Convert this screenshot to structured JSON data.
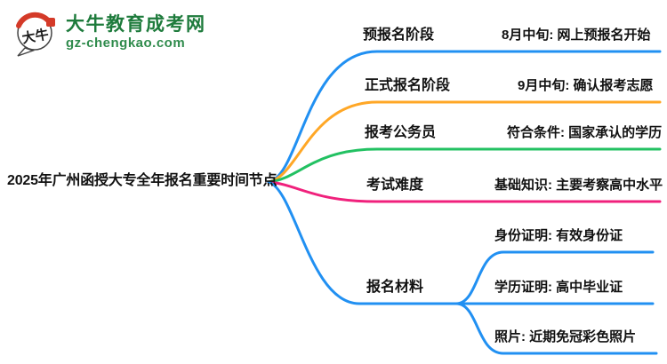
{
  "logo": {
    "badge_text": "大牛",
    "site_name": "大牛教育成考网",
    "site_domain": "gz-chengkao.com",
    "name_color": "#1E7B3C",
    "badge_red": "#D43A28"
  },
  "mindmap": {
    "root": {
      "label": "2025年广州函授大专全年报名重要时间节点"
    },
    "branches": [
      {
        "label": "预报名阶段",
        "child": "8月中旬: 网上预报名开始",
        "color": "#2190F2"
      },
      {
        "label": "正式报名阶段",
        "child": "9月中旬: 确认报考志愿",
        "color": "#FFA726"
      },
      {
        "label": "报考公务员",
        "child": "符合条件: 国家承认的学历",
        "color": "#22C162"
      },
      {
        "label": "考试难度",
        "child": "基础知识: 主要考察高中水平",
        "color": "#F0217C"
      },
      {
        "label": "报名材料",
        "color": "#2190F2",
        "children": [
          "身份证明: 有效身份证",
          "学历证明: 高中毕业证",
          "照片: 近期免冠彩色照片"
        ]
      }
    ]
  }
}
